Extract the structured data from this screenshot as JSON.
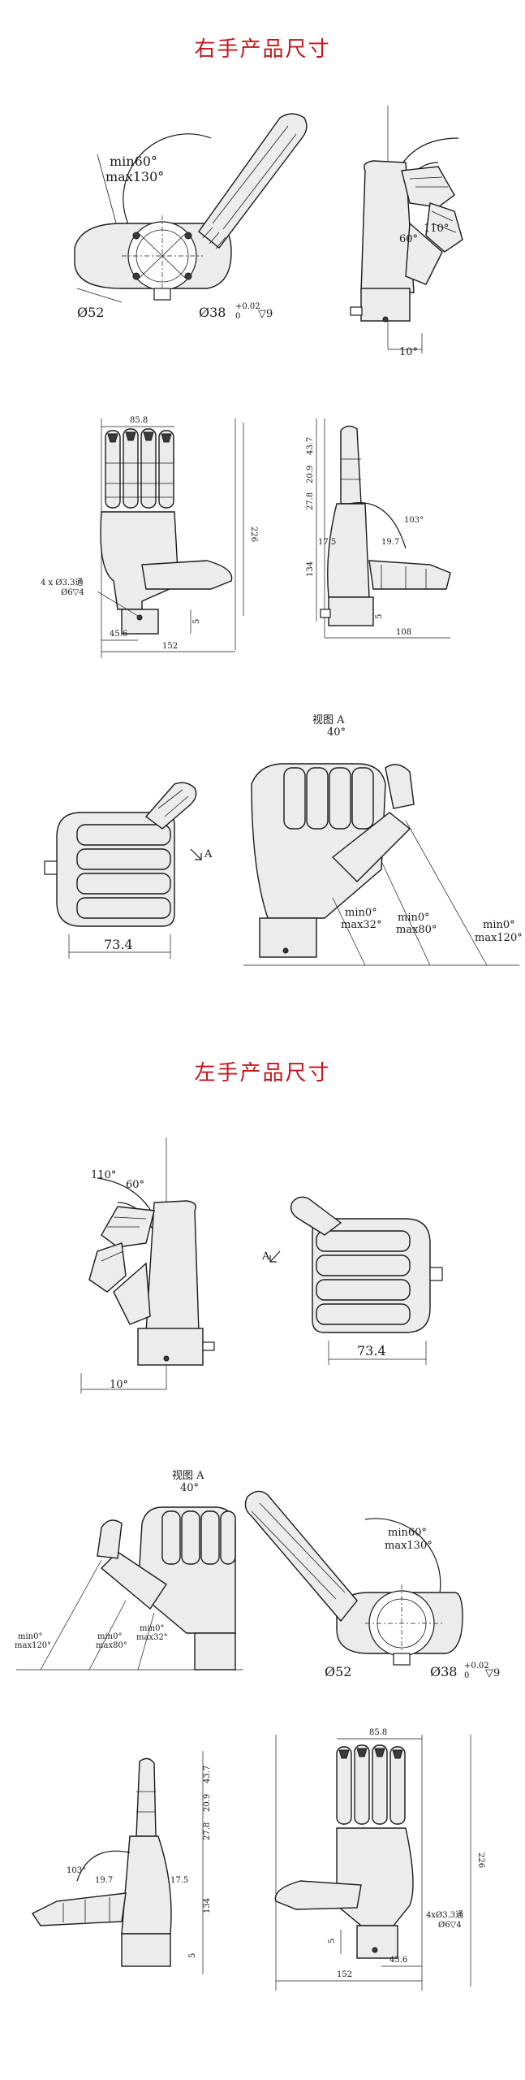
{
  "colors": {
    "title": "#c4161c",
    "line": "#1a1a1a"
  },
  "right_hand": {
    "title": "右手产品尺寸",
    "view1": {
      "angle_min": "min60°",
      "angle_max": "max130°",
      "dia_base": "Ø52",
      "dia_shaft": "Ø38",
      "tol": "+0.02",
      "tol0": "0",
      "depth": "▽9"
    },
    "view2": {
      "a1": "110°",
      "a2": "60°",
      "a3": "10°"
    },
    "view3": {
      "w": "85.8",
      "h": "226",
      "hole": "4 x Ø3.3通",
      "hole2": "Ø6▽4",
      "d1": "45.6",
      "d2": "152",
      "d3": "5"
    },
    "view4": {
      "d1": "43.7",
      "d2": "20.9",
      "d3": "27.8",
      "a": "103°",
      "d4": "17.5",
      "d5": "19.7",
      "d6": "134",
      "d7": "5",
      "d8": "108"
    },
    "view5": {
      "label_a": "A",
      "width": "73.4"
    },
    "view6": {
      "view": "视图 A",
      "view_angle": "40°",
      "m1a": "min0°",
      "m1b": "max32°",
      "m2a": "min0°",
      "m2b": "max80°",
      "m3a": "min0°",
      "m3b": "max120°"
    }
  },
  "left_hand": {
    "title": "左手产品尺寸",
    "view1": {
      "a1": "110°",
      "a2": "60°",
      "a3": "10°"
    },
    "view2": {
      "label_a": "A",
      "width": "73.4"
    },
    "view3": {
      "view": "视图 A",
      "view_angle": "40°",
      "m1a": "min0°",
      "m1b": "max120°",
      "m2a": "min0°",
      "m2b": "max80°",
      "m3a": "min0°",
      "m3b": "max32°"
    },
    "view4": {
      "angle_min": "min60°",
      "angle_max": "max130°",
      "dia_base": "Ø52",
      "dia_shaft": "Ø38",
      "tol": "+0.02",
      "tol0": "0",
      "depth": "▽9"
    },
    "view5": {
      "d1": "43.7",
      "d2": "20.9",
      "d3": "27.8",
      "a": "103°",
      "d4": "19.7",
      "d5": "17.5",
      "d6": "134",
      "d7": "5"
    },
    "view6": {
      "w": "85.8",
      "h": "226",
      "hole": "4xØ3.3通",
      "hole2": "Ø6▽4",
      "d3": "5",
      "d1": "45.6",
      "d2": "152"
    }
  }
}
